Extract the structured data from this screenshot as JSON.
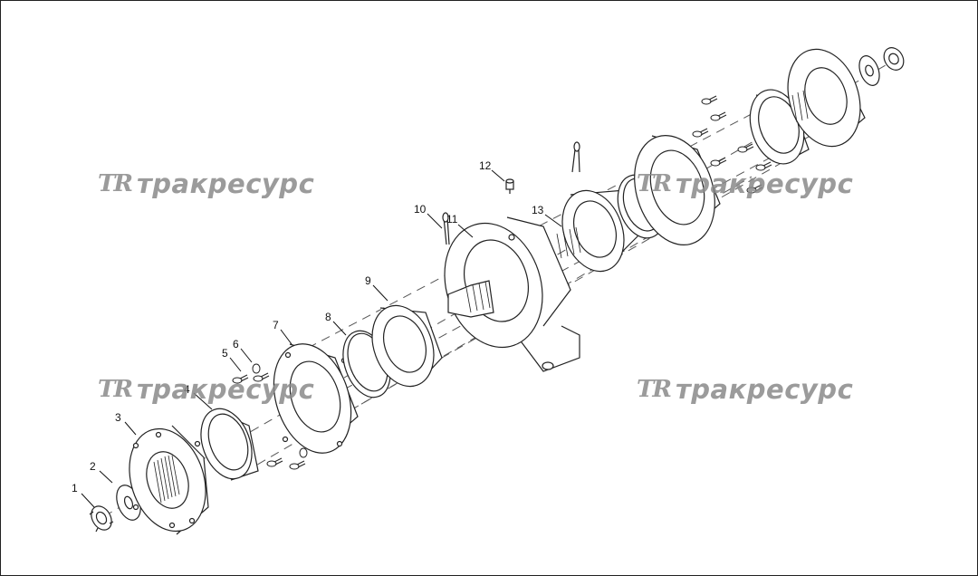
{
  "diagram": {
    "callouts": [
      {
        "num": "1"
      },
      {
        "num": "2"
      },
      {
        "num": "3"
      },
      {
        "num": "4"
      },
      {
        "num": "5"
      },
      {
        "num": "6"
      },
      {
        "num": "7"
      },
      {
        "num": "8"
      },
      {
        "num": "9"
      },
      {
        "num": "10"
      },
      {
        "num": "11"
      },
      {
        "num": "12"
      },
      {
        "num": "13"
      }
    ]
  },
  "watermark": {
    "logo": "TR",
    "text": "тракресурс"
  }
}
